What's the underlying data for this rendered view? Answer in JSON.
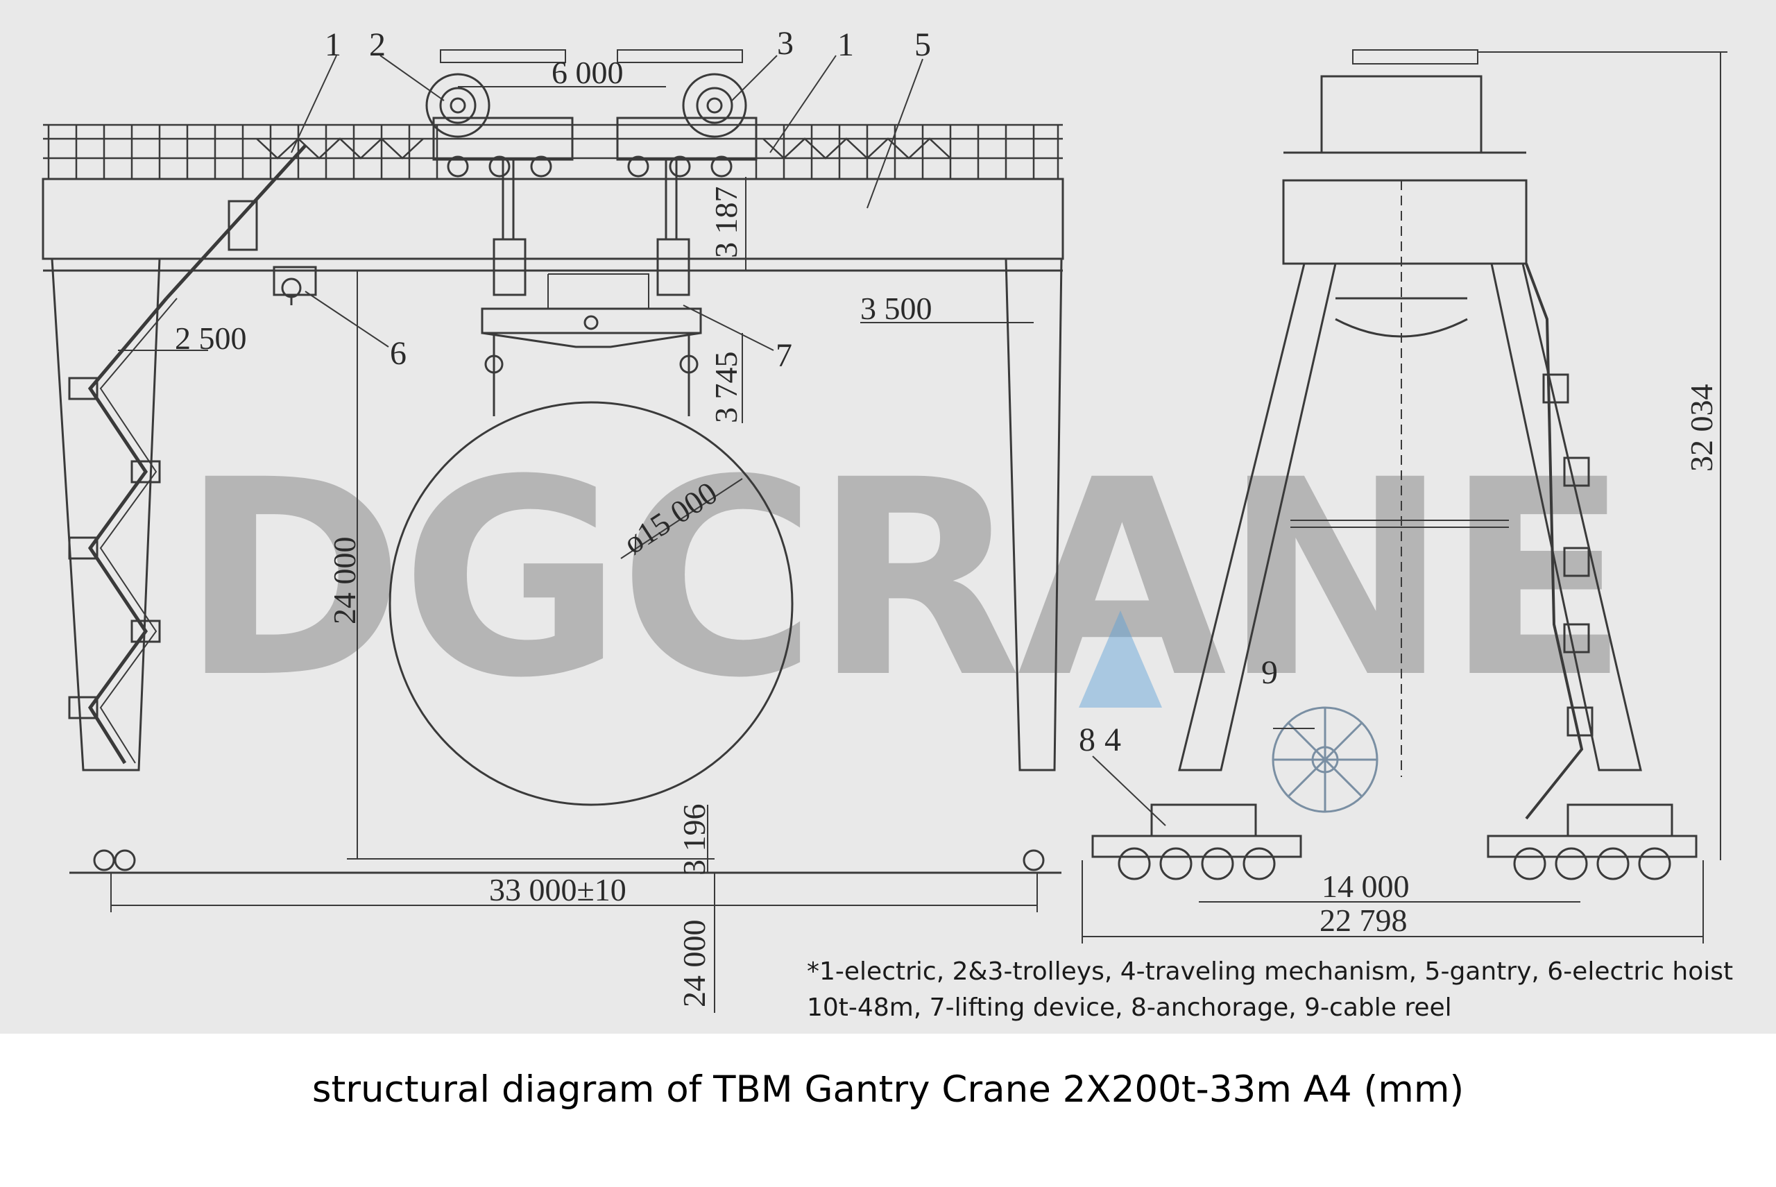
{
  "watermark": {
    "text": "DGCRANE",
    "accent": "#5b9fd6"
  },
  "front_view": {
    "labels": {
      "l1": "1",
      "l2": "2",
      "l3": "3",
      "l1b": "1",
      "l5": "5",
      "l6": "6",
      "l7": "7"
    },
    "dimensions": {
      "trolley_spacing": "6 000",
      "beam_depth": "3 187",
      "left_offset": "2 500",
      "right_offset": "3 500",
      "hook_gap": "3 745",
      "pipe_diameter": "ø15 000",
      "lift_height": "24 000",
      "clearance": "3 196",
      "span": "33 000±10",
      "below_ground": "24 000"
    }
  },
  "side_view": {
    "labels": {
      "l8": "8",
      "l4": "4",
      "l9": "9"
    },
    "dimensions": {
      "total_height": "32 034",
      "wheelbase": "14 000",
      "overall_width": "22 798"
    }
  },
  "legend": "*1-electric, 2&3-trolleys, 4-traveling mechanism, 5-gantry, 6-electric hoist\n10t-48m, 7-lifting device, 8-anchorage, 9-cable reel",
  "caption": "structural diagram of TBM Gantry Crane 2X200t-33m A4 (mm)"
}
